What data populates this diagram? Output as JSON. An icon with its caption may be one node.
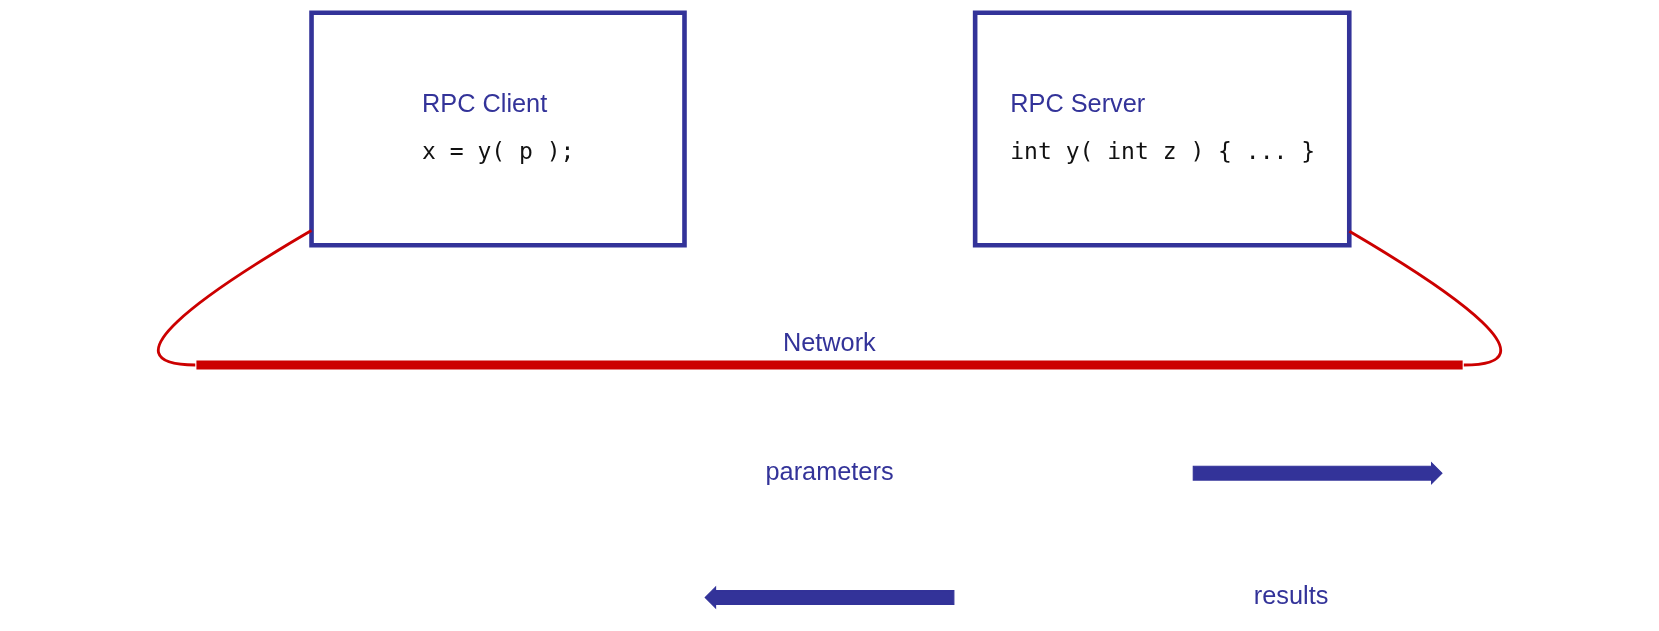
{
  "diagram": {
    "nodes": [
      {
        "text": [
          "RPC Client",
          "x = y( p );"
        ]
      },
      {
        "text": [
          "RPC Server",
          "int y( int z ) { ... }"
        ]
      },
      {
        "text": [],
        "shape": "bar",
        "beside": [
          "Network"
        ]
      }
    ],
    "edges": [
      {
        "from": 0,
        "to": 2,
        "arrow": "none",
        "color": "#cc0000"
      },
      {
        "from": 1,
        "to": 2,
        "arrow": "none",
        "color": "#cc0000"
      }
    ],
    "labels": [
      "parameters",
      "results"
    ]
  }
}
